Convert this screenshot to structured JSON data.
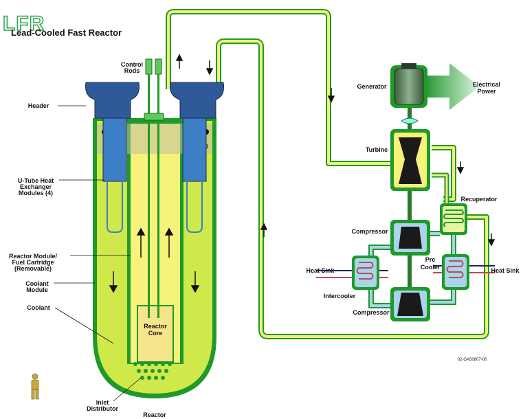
{
  "header": {
    "logo": "LFR",
    "title": "Lead-Cooled Fast Reactor"
  },
  "labels": {
    "control_rods_1": "Control",
    "control_rods_2": "Rods",
    "header": "Header",
    "u_tube_1": "U-Tube Heat",
    "u_tube_2": "Exchanger",
    "u_tube_3": "Modules (4)",
    "reactor_module_1": "Reactor Module/",
    "reactor_module_2": "Fuel Cartridge",
    "reactor_module_3": "(Removable)",
    "coolant_module_1": "Coolant",
    "coolant_module_2": "Module",
    "coolant": "Coolant",
    "reactor_core_1": "Reactor",
    "reactor_core_2": "Core",
    "inlet_distributor_1": "Inlet",
    "inlet_distributor_2": "Distributor",
    "reactor": "Reactor",
    "generator": "Generator",
    "electrical_power_1": "Electrical",
    "electrical_power_2": "Power",
    "turbine": "Turbine",
    "recuperator": "Recuperator",
    "compressor_top": "Compressor",
    "heat_sink_left": "Heat Sink",
    "heat_sink_right": "Heat Sink",
    "pre_cooler_1": "Pre",
    "pre_cooler_2": "Cooler",
    "intercooler": "Intercooler",
    "compressor_bottom": "Compressor",
    "drawing_code": "02-GA50807-06"
  },
  "colors": {
    "loop_green": "#1e9a2a",
    "loop_yellow": "#f0f07a",
    "vessel_fill": "#cfe84a",
    "core_yellow": "#f6f27a",
    "header_blue": "#3c7fc6",
    "gas_blue": "#a9d4ea",
    "heat_red": "#b84a5a"
  }
}
